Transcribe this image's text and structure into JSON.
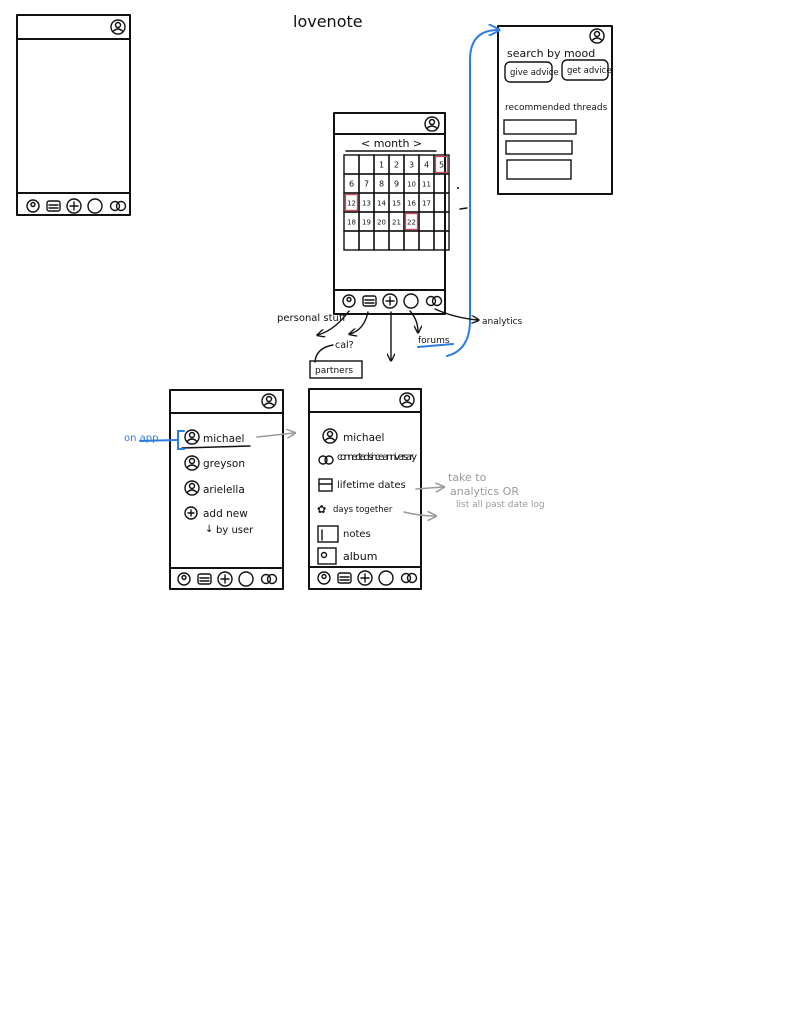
{
  "title": "lovenote",
  "calendar": {
    "header": "< month >",
    "rows": [
      [
        "",
        "",
        "1",
        "2",
        "3",
        "4",
        "5"
      ],
      [
        "6",
        "7",
        "8",
        "9",
        "10",
        "11",
        ""
      ],
      [
        "12",
        "13",
        "14",
        "15",
        "16",
        "17",
        ""
      ],
      [
        "18",
        "19",
        "20",
        "21",
        "22",
        "",
        ""
      ],
      [
        "",
        "",
        "",
        "",
        "",
        "",
        ""
      ]
    ],
    "highlighted": [
      "5",
      "12",
      "22"
    ],
    "highlight_color": "#d04a56"
  },
  "nav_labels": {
    "personal": "personal stuff",
    "cal": "cal?",
    "partners": "partners",
    "forums": "forums",
    "analytics": "analytics"
  },
  "forums_screen": {
    "search": "search by mood",
    "give": "give advice",
    "get": "get advice",
    "recommended": "recommended threads"
  },
  "partners_screen": {
    "items": [
      "michael",
      "greyson",
      "arielella",
      "add new"
    ],
    "add_sub": "by user",
    "on_app": "on app"
  },
  "detail_screen": {
    "name": "michael",
    "connected": "connected since anniversary",
    "lifetime": "lifetime dates",
    "days": "days together",
    "notes": "notes",
    "album": "album"
  },
  "note": {
    "line1": "take to",
    "line2": "analytics OR",
    "line3": "list all past date log"
  },
  "colors": {
    "accent_blue": "#2b7de0",
    "note_grey": "#9a9a9a"
  }
}
